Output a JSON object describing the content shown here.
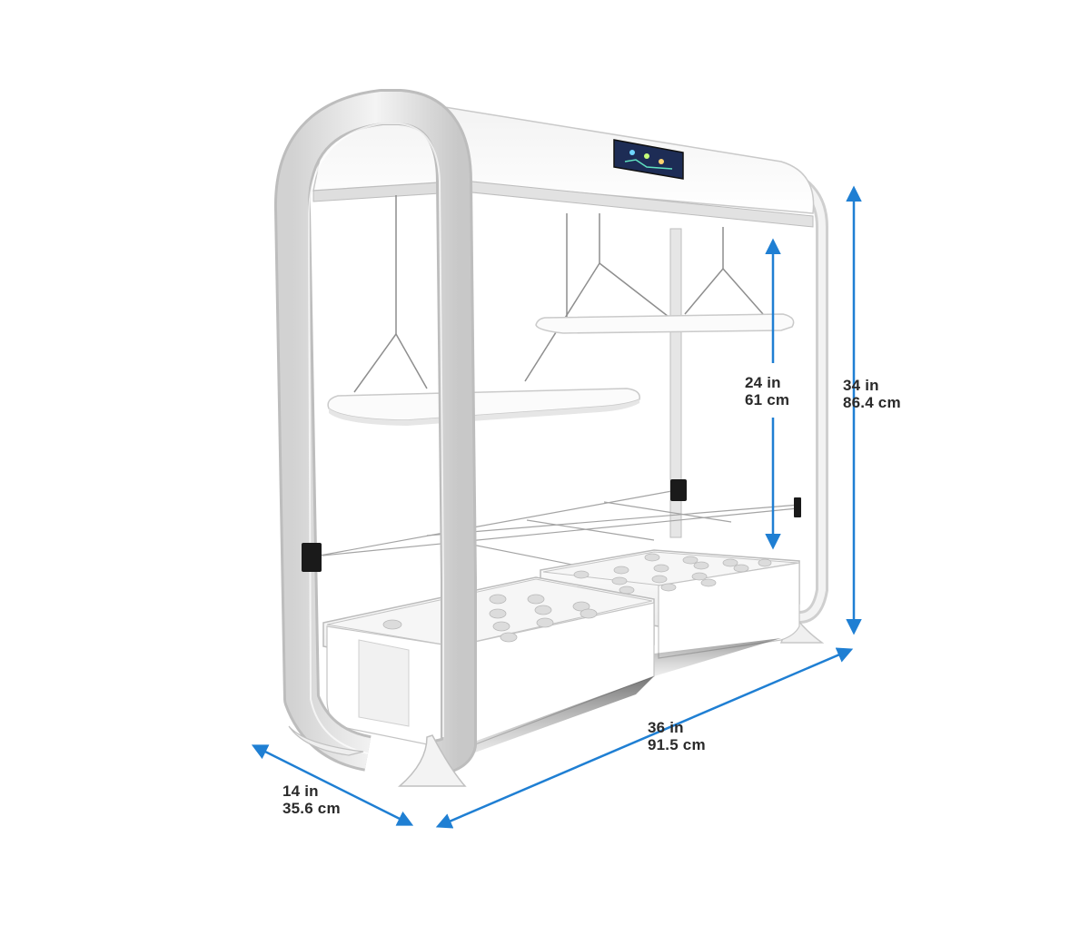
{
  "colors": {
    "arrow": "#1f7fd3",
    "frame": "#e9e9e9",
    "frame_edge": "#b9b9b9",
    "panel": "#fbfbfb",
    "text": "#2a2a2a",
    "screen": "#23355f"
  },
  "dimensions": {
    "height": {
      "imperial": "34 in",
      "metric": "86.4 cm"
    },
    "clearance": {
      "imperial": "24 in",
      "metric": "61 cm"
    },
    "width": {
      "imperial": "36 in",
      "metric": "91.5 cm"
    },
    "depth": {
      "imperial": "14 in",
      "metric": "35.6 cm"
    }
  }
}
